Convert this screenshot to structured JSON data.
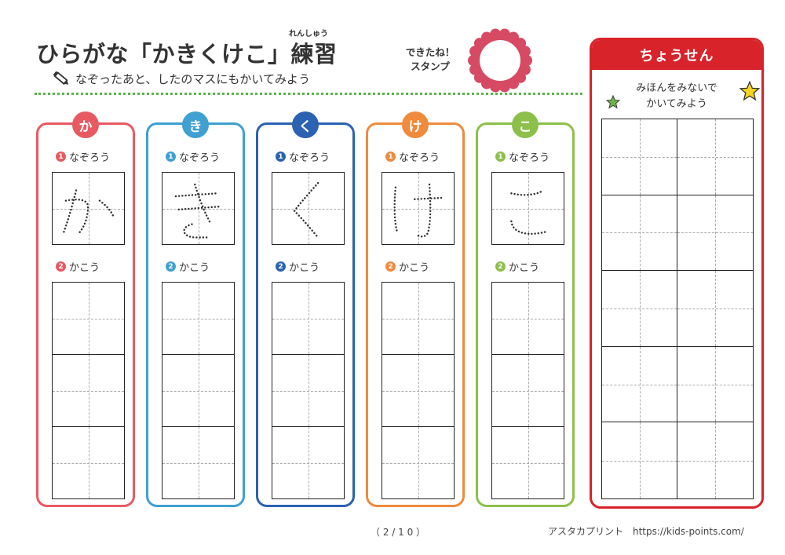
{
  "header": {
    "title": "ひらがな「かきくけこ」練習",
    "ruby": "れんしゅう",
    "instruction": "なぞったあと、したのマスにもかいてみよう"
  },
  "stamp": {
    "label_line1": "できたね！",
    "label_line2": "スタンプ"
  },
  "columns": [
    {
      "char": "か",
      "color": "#e85a62",
      "step1_num": "1",
      "step1_label": "なぞろう",
      "step2_num": "2",
      "step2_label": "かこう"
    },
    {
      "char": "き",
      "color": "#3fa0d2",
      "step1_num": "1",
      "step1_label": "なぞろう",
      "step2_num": "2",
      "step2_label": "かこう"
    },
    {
      "char": "く",
      "color": "#2c62b2",
      "step1_num": "1",
      "step1_label": "なぞろう",
      "step2_num": "2",
      "step2_label": "かこう"
    },
    {
      "char": "け",
      "color": "#f08a3c",
      "step1_num": "1",
      "step1_label": "なぞろう",
      "step2_num": "2",
      "step2_label": "かこう"
    },
    {
      "char": "こ",
      "color": "#8cc04a",
      "step1_num": "1",
      "step1_label": "なぞろう",
      "step2_num": "2",
      "step2_label": "かこう"
    }
  ],
  "challenge": {
    "title": "ちょうせん",
    "sub_line1": "みほんをみないで",
    "sub_line2": "かいてみよう",
    "color": "#d8232a"
  },
  "footer": {
    "page": "（ 2 / 1 0 ）",
    "brand": "アスタカプリント　https://kids-points.com/"
  }
}
